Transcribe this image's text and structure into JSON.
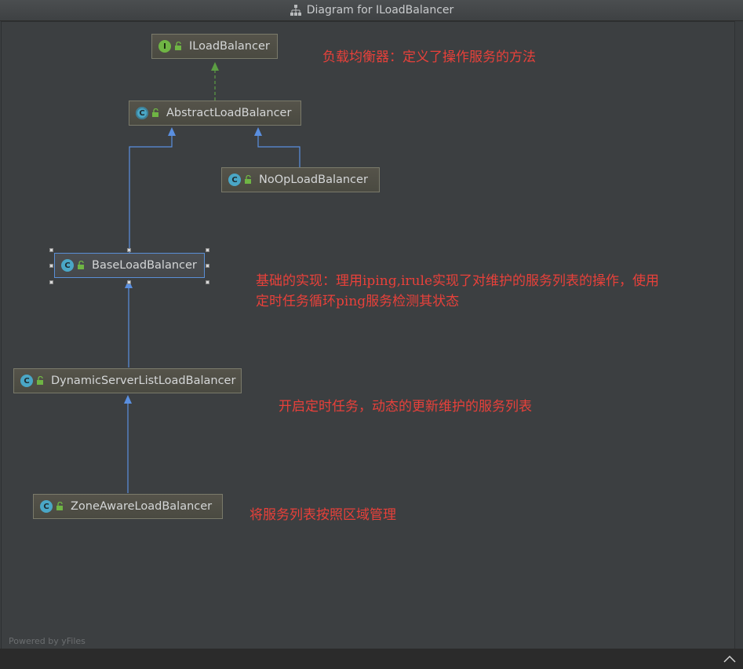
{
  "window": {
    "title": "Diagram for ILoadBalancer",
    "icon": "hierarchy-icon",
    "footer": "Powered by yFiles"
  },
  "nodes": {
    "iloadbalancer": {
      "label": "ILoadBalancer",
      "kind": "interface",
      "badge": "I"
    },
    "abstract": {
      "label": "AbstractLoadBalancer",
      "kind": "abstract-class",
      "badge": "C"
    },
    "noop": {
      "label": "NoOpLoadBalancer",
      "kind": "class",
      "badge": "C"
    },
    "base": {
      "label": "BaseLoadBalancer",
      "kind": "class",
      "badge": "C"
    },
    "dynamic": {
      "label": "DynamicServerListLoadBalancer",
      "kind": "class",
      "badge": "C"
    },
    "zone": {
      "label": "ZoneAwareLoadBalancer",
      "kind": "class",
      "badge": "C"
    }
  },
  "edges": [
    {
      "from": "abstract",
      "to": "iloadbalancer",
      "type": "implements"
    },
    {
      "from": "base",
      "to": "abstract",
      "type": "extends"
    },
    {
      "from": "noop",
      "to": "abstract",
      "type": "extends"
    },
    {
      "from": "dynamic",
      "to": "base",
      "type": "extends"
    },
    {
      "from": "zone",
      "to": "dynamic",
      "type": "extends"
    }
  ],
  "notes": {
    "n1": "负载均衡器：定义了操作服务的方法",
    "n2_line1": "基础的实现：理用iping,irule实现了对维护的服务列表的操作，使用",
    "n2_line2": "定时任务循环ping服务检测其状态",
    "n3": "开启定时任务，动态的更新维护的服务列表",
    "n4": "将服务列表按照区域管理"
  },
  "colors": {
    "note_text": "#e8403a",
    "implements_edge": "#5c9e43",
    "extends_edge": "#5a8fe0",
    "selection": "#5a8fd6"
  }
}
